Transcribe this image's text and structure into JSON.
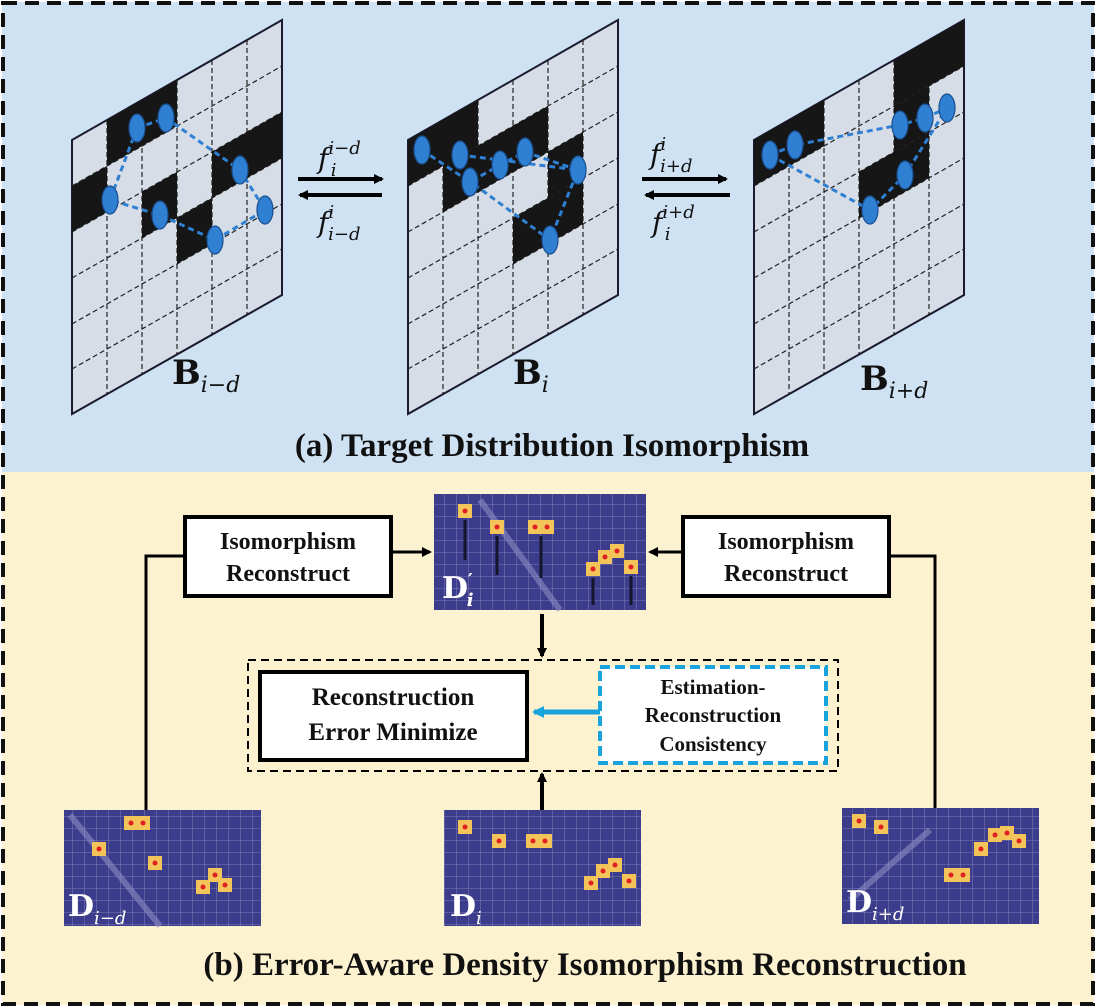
{
  "colors": {
    "panel_a_bg": "#cfe2f3",
    "panel_b_bg": "#fdf2d0",
    "accent_blue": "#1a8fd6",
    "node_blue": "#2f7fd3",
    "density_bg": "#3c3c8c"
  },
  "panel_a": {
    "title": "(a) Target Distribution Isomorphism",
    "frames": [
      "B_{i-d}",
      "B_i",
      "B_{i+d}"
    ],
    "arrow_left_top": "f_i^{i-d}",
    "arrow_left_bottom": "f_{i-d}^{i}",
    "arrow_right_top": "f_{i+d}^{i}",
    "arrow_right_bottom": "f_i^{i+d}"
  },
  "panel_b": {
    "title": "(b) Error-Aware Density Isomorphism Reconstruction",
    "recon_left": [
      "Isomorphism",
      "Reconstruct"
    ],
    "recon_right": [
      "Isomorphism",
      "Reconstruct"
    ],
    "minimize": [
      "Reconstruction",
      "Error Minimize"
    ],
    "consistency": [
      "Estimation-",
      "Reconstruction",
      "Consistency"
    ],
    "maps": [
      "D_{i-d}",
      "D_i",
      "D_{i+d}",
      "D'_i"
    ]
  }
}
